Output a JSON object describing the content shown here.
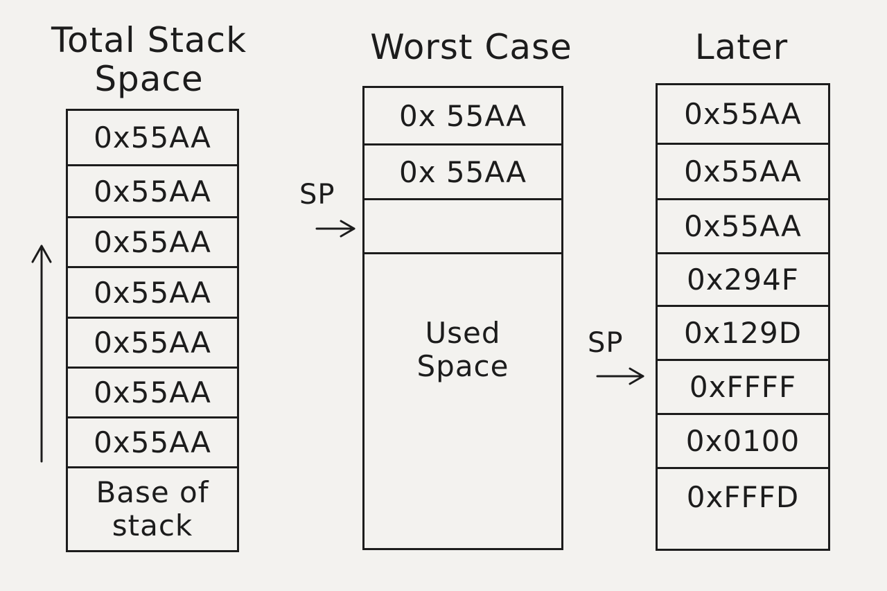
{
  "titles": {
    "total": "Total Stack\nSpace",
    "worst": "Worst Case",
    "later": "Later"
  },
  "column1": {
    "cells": [
      "0x55AA",
      "0x55AA",
      "0x55AA",
      "0x55AA",
      "0x55AA",
      "0x55AA",
      "0x55AA"
    ],
    "base": "Base of\nstack"
  },
  "column2": {
    "cells": [
      "0x 55AA",
      "0x 55AA",
      ""
    ],
    "used": "Used\nSpace"
  },
  "column3": {
    "cells": [
      "0x55AA",
      "0x55AA",
      "0x55AA",
      "0x294F",
      "0x129D",
      "0xFFFF",
      "0x0100",
      "0xFFFD"
    ]
  },
  "sp_labels": {
    "worst": "SP",
    "later": "SP"
  }
}
